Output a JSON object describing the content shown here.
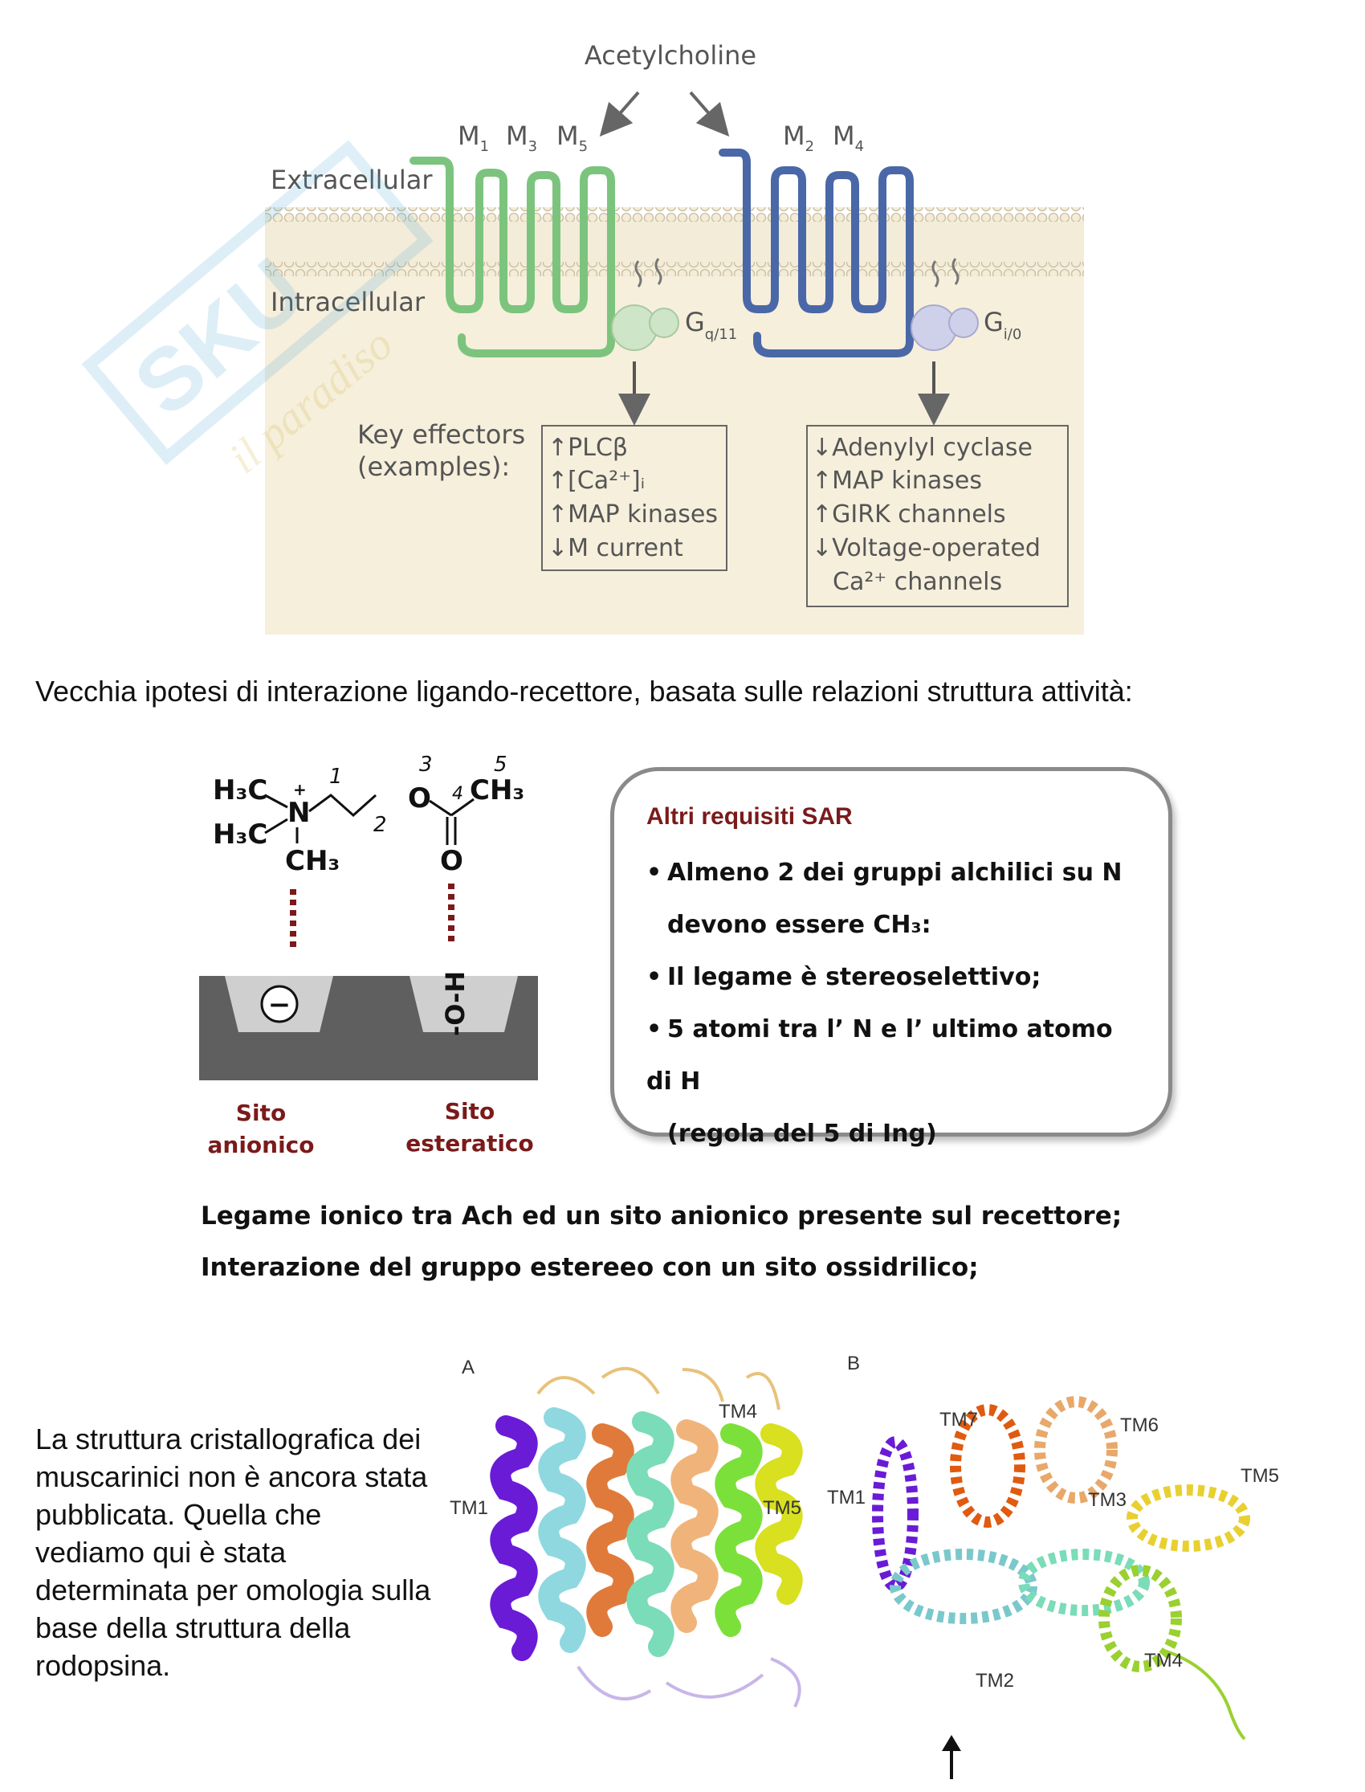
{
  "figure1": {
    "acetylcholine": "Acetylcholine",
    "m1": "M",
    "m1_sub": "1",
    "m3": "M",
    "m3_sub": "3",
    "m5": "M",
    "m5_sub": "5",
    "m2": "M",
    "m2_sub": "2",
    "m4": "M",
    "m4_sub": "4",
    "extracellular": "Extracellular",
    "intracellular": "Intracellular",
    "gq_main": "G",
    "gq_sub": "q/11",
    "gi_main": "G",
    "gi_sub": "i/0",
    "key_effectors_1": "Key effectors",
    "key_effectors_2": "(examples):",
    "left_effectors": [
      "↑PLCβ",
      "↑[Ca²⁺]ᵢ",
      "↑MAP kinases",
      "↓M current"
    ],
    "right_effectors": [
      "↓Adenylyl cyclase",
      "↑MAP kinases",
      "↑GIRK channels",
      "↓Voltage-operated",
      "Ca²⁺ channels"
    ],
    "colors": {
      "green": "#7cc47e",
      "blue": "#4a68a8",
      "bg": "#f6efdc"
    }
  },
  "intro_text": "Vecchia ipotesi di interazione ligando-recettore, basata sulle relazioni struttura attività:",
  "figure2": {
    "num1": "1",
    "num2": "2",
    "num3": "3",
    "num4": "4",
    "num5": "5",
    "h3c_top": "H₃C",
    "h3c_bottom": "H₃C",
    "n_plus": "+",
    "n": "N",
    "ch3_n": "CH₃",
    "o_ester": "O",
    "ch3_right": "CH₃",
    "o_carbonyl": "O",
    "minus": "−",
    "hydroxyl": "-O-H",
    "anionic_1": "Sito",
    "anionic_2": "anionico",
    "esteratic_1": "Sito",
    "esteratic_2": "esteratico",
    "sar_title": "Altri requisiti SAR",
    "sar_lines": [
      "Almeno 2 dei gruppi alchilici su N",
      "devono essere CH₃:",
      "Il legame è stereoselettivo;",
      "5 atomi tra l’ N e l’ ultimo atomo di H",
      "(regola del 5 di Ing)"
    ],
    "colors": {
      "dark_red": "#7b1a1a",
      "gray": "#5f5f5f"
    }
  },
  "statement1": "Legame ionico tra Ach ed un sito anionico presente sul recettore;",
  "statement2": "Interazione del gruppo estereeo con un sito ossidrilico;",
  "bottom_text": "La struttura cristallografica dei muscarinici non è ancora stata pubblicata. Quella che vediamo qui è stata determinata per omologia sulla base della struttura della rodopsina.",
  "figure3": {
    "label_a": "A",
    "label_b": "B",
    "a_tm1": "TM1",
    "a_tm4": "TM4",
    "a_tm5": "TM5",
    "b_tm1": "TM1",
    "b_tm2": "TM2",
    "b_tm3": "TM3",
    "b_tm4": "TM4",
    "b_tm5": "TM5",
    "b_tm6": "TM6",
    "b_tm7": "TM7"
  }
}
